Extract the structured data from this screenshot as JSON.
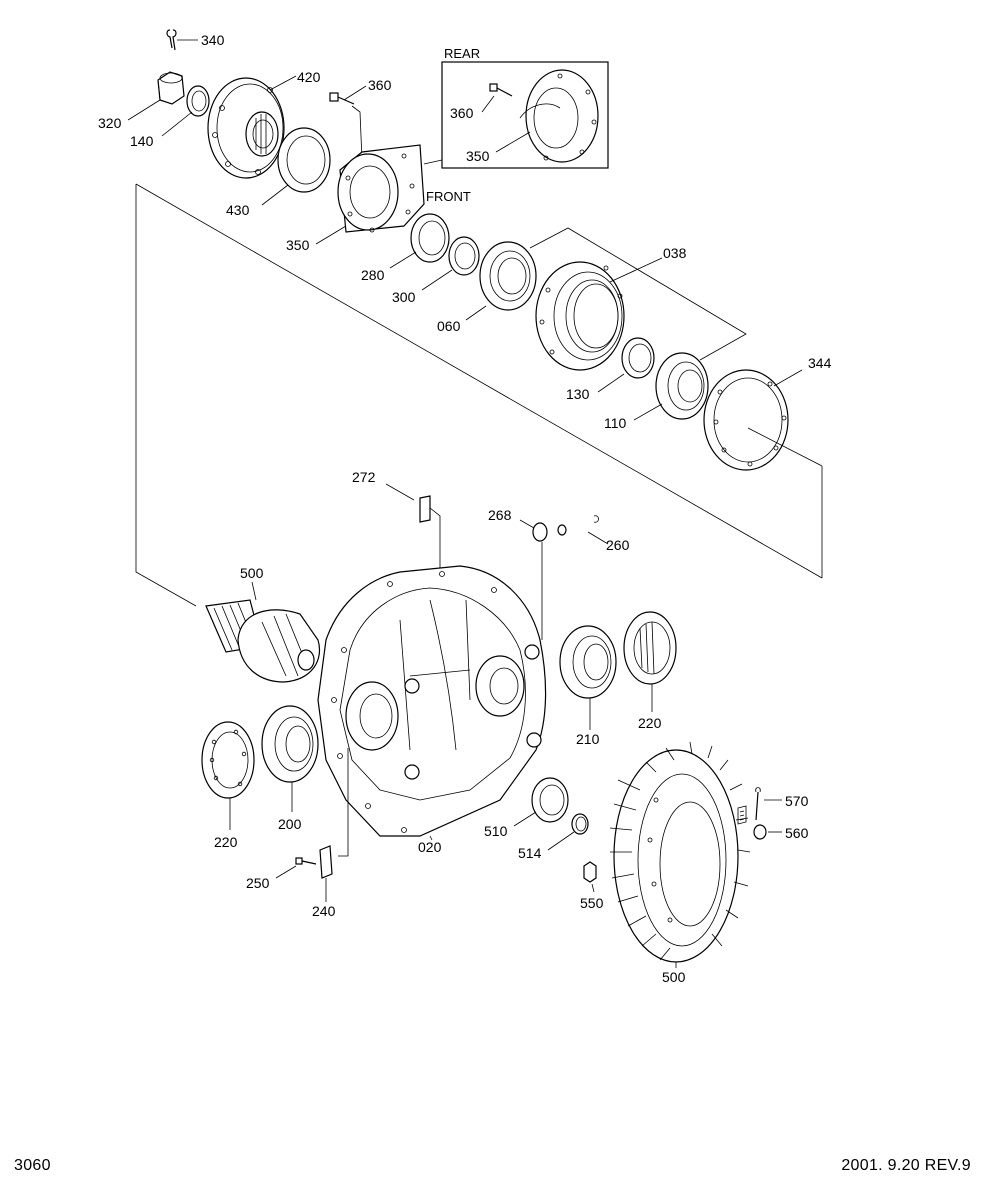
{
  "sections": {
    "rear": "REAR",
    "front": "FRONT"
  },
  "parts": {
    "p340": "340",
    "p420": "420",
    "p360a": "360",
    "p320": "320",
    "p140": "140",
    "p360b": "360",
    "p350a": "350",
    "p430": "430",
    "p350b": "350",
    "p038": "038",
    "p280": "280",
    "p300": "300",
    "p060": "060",
    "p344": "344",
    "p130": "130",
    "p110": "110",
    "p272": "272",
    "p268": "268",
    "p260": "260",
    "p500a": "500",
    "p220a": "220",
    "p210": "210",
    "p220b": "220",
    "p200": "200",
    "p570": "570",
    "p560": "560",
    "p510": "510",
    "p514": "514",
    "p020": "020",
    "p250": "250",
    "p550": "550",
    "p240": "240",
    "p500b": "500"
  },
  "footer": {
    "page_number": "3060",
    "revision": "2001. 9.20  REV.9"
  }
}
